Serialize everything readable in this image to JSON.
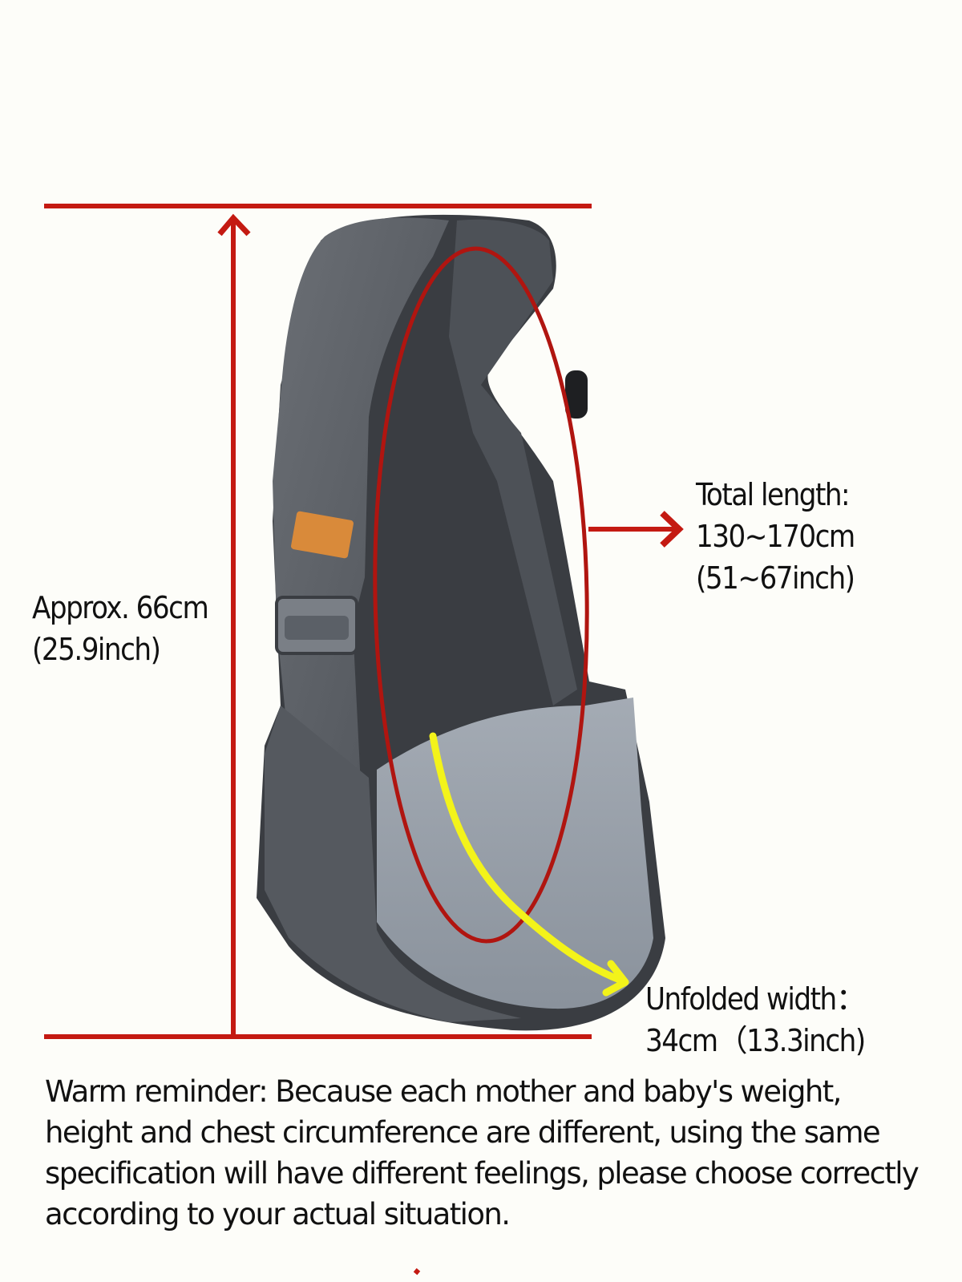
{
  "product": {
    "type": "baby sling carrier",
    "color": "#5e6268",
    "brand_label_color": "#d98a3a",
    "accent_colors": {
      "dimension_lines": "#c41a12",
      "width_arrow": "#f3f31a"
    }
  },
  "annotations": {
    "height": {
      "line1": "Approx. 66cm",
      "line2": "(25.9inch)"
    },
    "total_length": {
      "line1": "Total length:",
      "line2": "130~170cm",
      "line3": "(51~67inch)"
    },
    "unfolded_width": {
      "line1": "Unfolded width：",
      "line2": "34cm（13.3inch)"
    }
  },
  "reminder": {
    "text": "Warm reminder: Because each mother and baby's weight, height and chest circumference are different, using the same specification will have different feelings, please choose correctly according to your actual situation."
  }
}
